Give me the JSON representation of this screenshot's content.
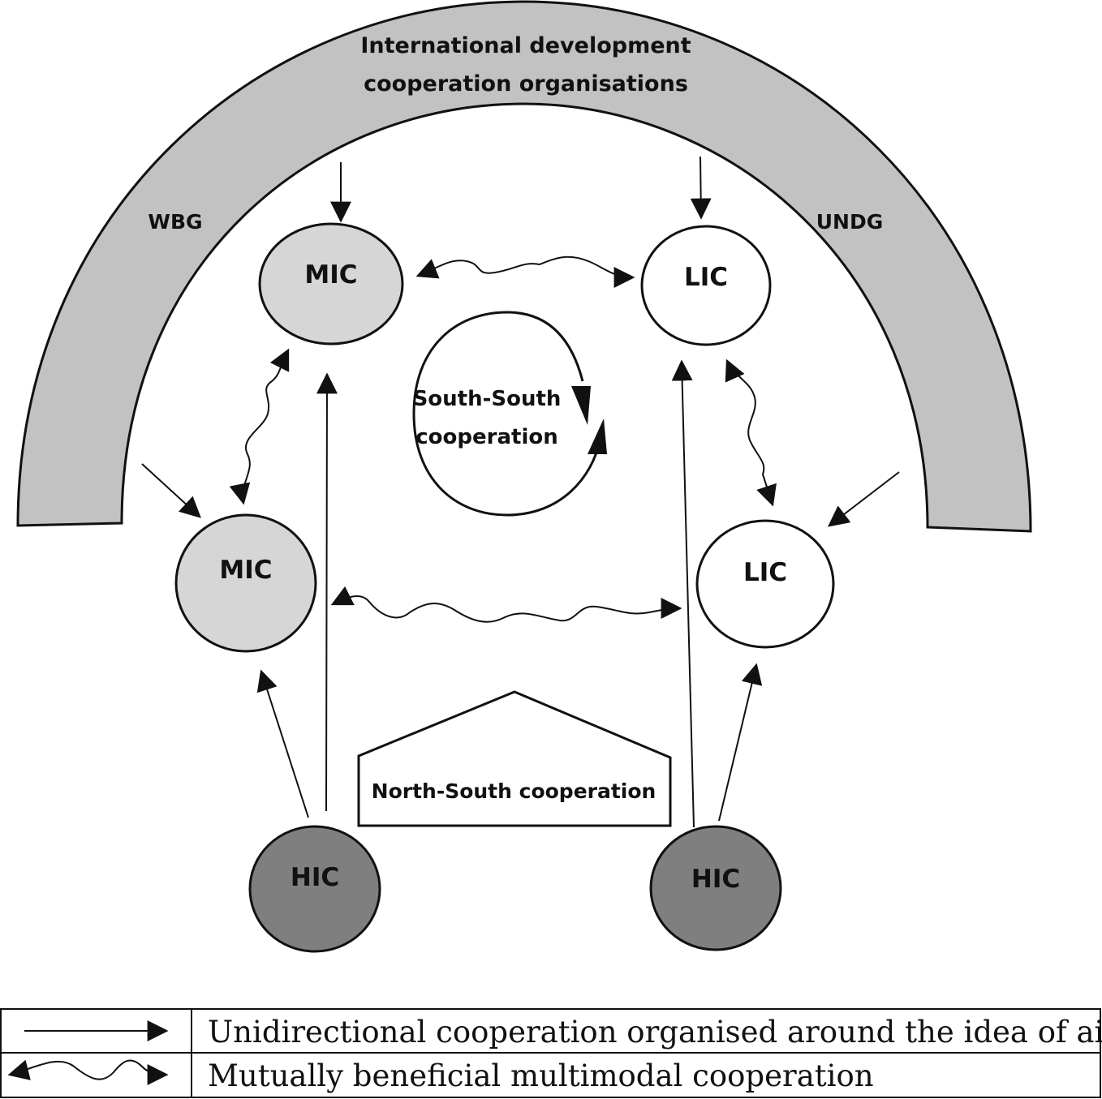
{
  "arch": {
    "title_line1": "International development",
    "title_line2": "cooperation organisations",
    "left_label": "WBG",
    "right_label": "UNDG",
    "fill_color": "#c2c2c2"
  },
  "nodes": {
    "mic_top": "MIC",
    "mic_left": "MIC",
    "lic_top": "LIC",
    "lic_right": "LIC",
    "hic_left": "HIC",
    "hic_right": "HIC"
  },
  "colors": {
    "mic_fill": "#d6d6d6",
    "lic_fill": "#ffffff",
    "hic_fill": "#7f7f7f",
    "stroke": "#111111"
  },
  "south_south": {
    "line1": "South-South",
    "line2": "cooperation"
  },
  "north_south": {
    "label": "North-South cooperation"
  },
  "legend": {
    "unidirectional_label": "Unidirectional cooperation organised around the idea of aid",
    "mutual_label": "Mutually beneficial multimodal cooperation"
  }
}
